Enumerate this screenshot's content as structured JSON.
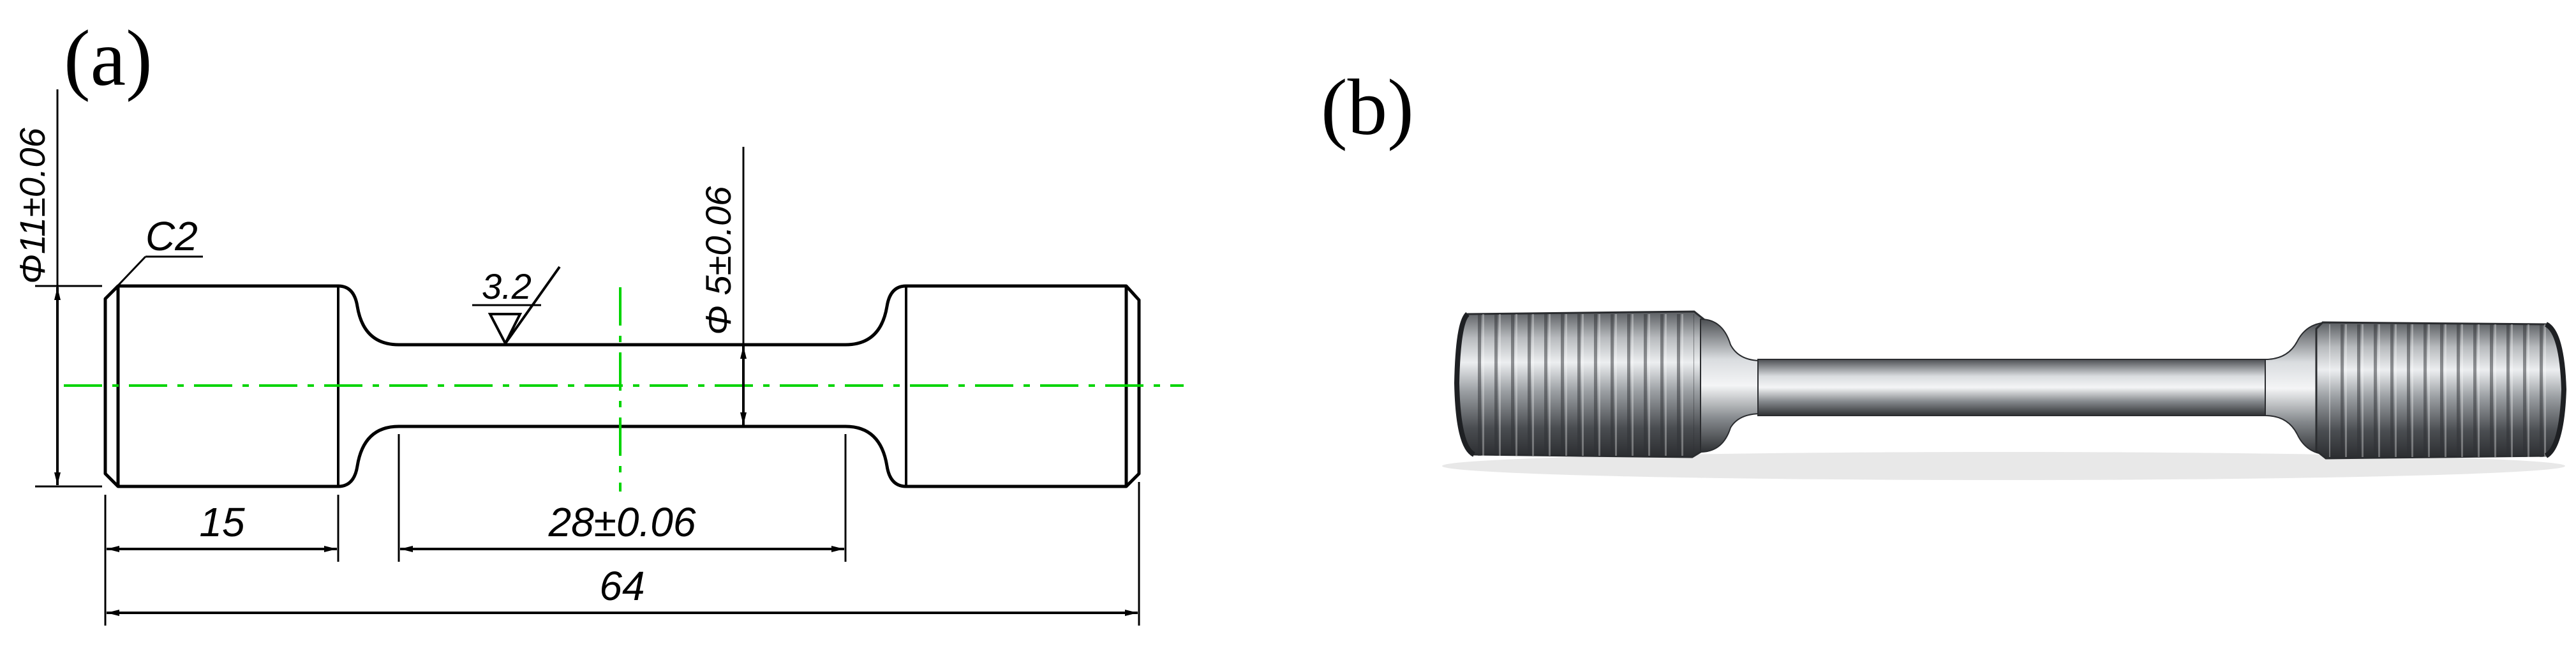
{
  "figure": {
    "panel_a": {
      "label": "(a)",
      "dimensions": {
        "total_length": "64",
        "grip_length": "15",
        "gauge_length": "28±0.06",
        "grip_diameter": "Φ11±0.06",
        "gauge_diameter": "Φ 5±0.06",
        "chamfer": "C2",
        "surface_roughness": "3.2"
      }
    },
    "panel_b": {
      "label": "(b)"
    },
    "colors": {
      "line": "#000000",
      "centerline": "#00d400",
      "metal_dark": "#3a3d40",
      "metal_light": "#e4e6e8"
    }
  }
}
